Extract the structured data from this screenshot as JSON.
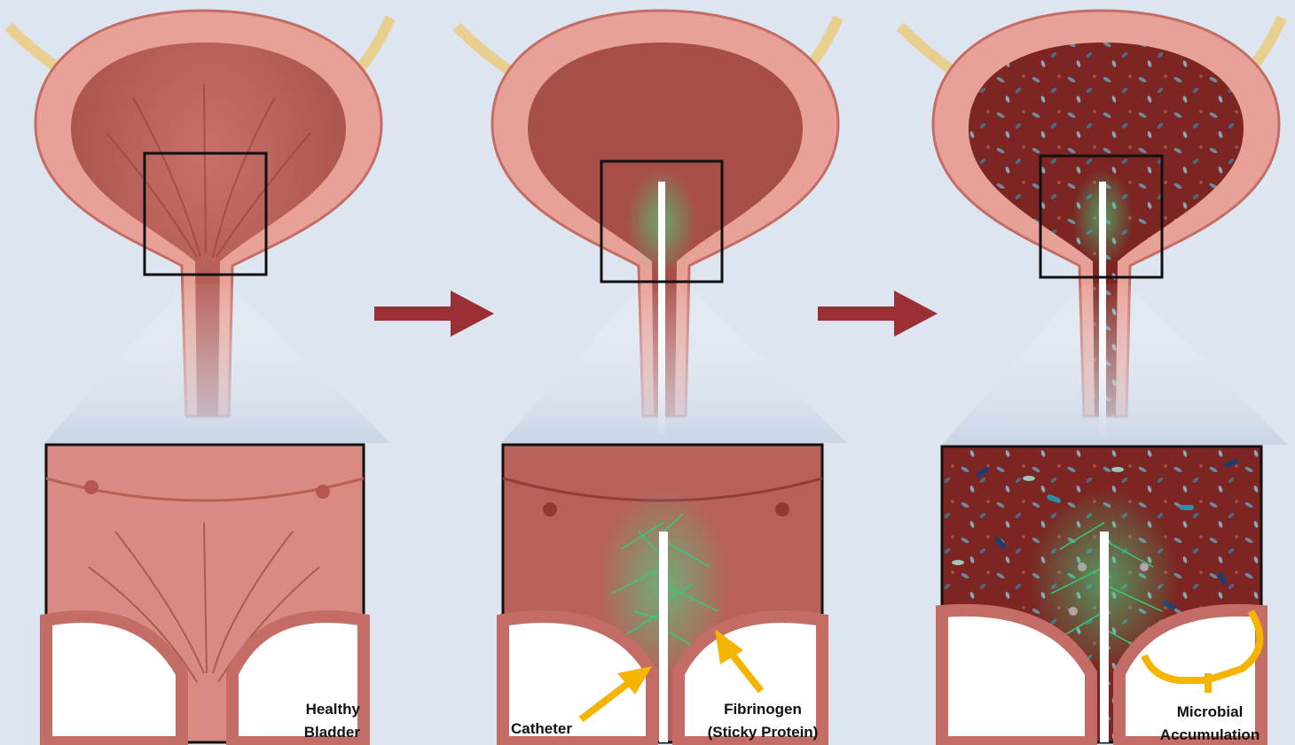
{
  "labels": {
    "healthy_line1": "Healthy",
    "healthy_line2": "Bladder",
    "catheter": "Catheter",
    "fibrinogen_line1": "Fibrinogen",
    "fibrinogen_line2": "(Sticky Protein)",
    "microbial_line1": "Microbial",
    "microbial_line2": "Accumulation"
  },
  "colors": {
    "background": "#dde5f0",
    "tissue_wall": "#e49a90",
    "tissue_inner": "#c87068",
    "lumen_healthy": "#b95f58",
    "lumen_dark": "#8a2d2a",
    "fibrinogen": "#2ecf7a",
    "arrow_progress": "#9b2f36",
    "callout_arrow": "#f5b400",
    "catheter": "#ffffff",
    "tube": "#f2d9a0"
  },
  "stages": [
    "healthy",
    "catheter-fibrinogen",
    "microbial-accumulation"
  ]
}
